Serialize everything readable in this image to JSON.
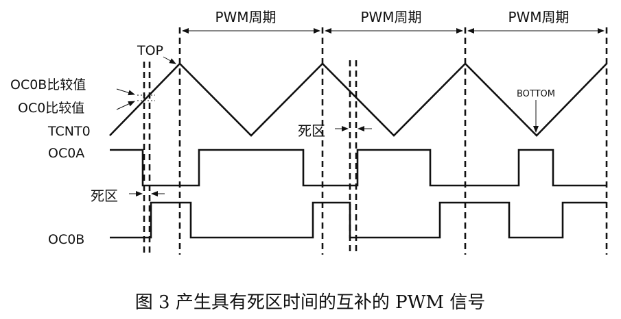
{
  "diagram": {
    "period_label": "PWM周期",
    "top_label": "TOP",
    "ocob_compare_label": "OC0B比较值",
    "oco_compare_label": "OC0比较值",
    "tcnt_label": "TCNT0",
    "ocoa_label": "OC0A",
    "ocob_label": "OC0B",
    "deadzone_left_label": "死区",
    "deadzone_right_label": "死区",
    "bottom_label": "BOTTOM"
  },
  "caption": {
    "text": "图 3  产生具有死区时间的互补的 PWM 信号"
  }
}
